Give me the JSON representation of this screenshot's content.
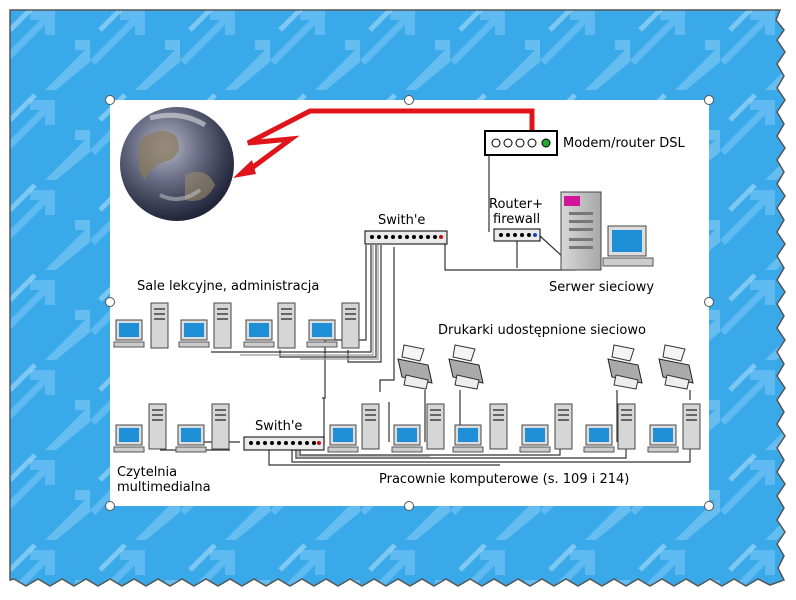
{
  "diagram": {
    "labels": {
      "modem": "Modem/router DSL",
      "router_line1": "Router+",
      "router_line2": "firewall",
      "switch_top": "Swith'e",
      "switch_bottom": "Swith'e",
      "server": "Serwer sieciowy",
      "classrooms": "Sale lekcyjne, administracja",
      "printers": "Drukarki udostępnione sieciowo",
      "reading_line1": "Czytelnia",
      "reading_line2": "multimedialna",
      "labs": "Pracownie komputerowe (s. 109 i 214)"
    },
    "colors": {
      "background": "#3aa9ea",
      "panel": "#ffffff",
      "link": "#e0141b",
      "monitor_screen": "#1e8fd6"
    },
    "icons": [
      "globe-icon",
      "lightning-icon",
      "modem-icon",
      "switch-icon",
      "server-icon",
      "workstation-icon",
      "printer-icon"
    ]
  }
}
